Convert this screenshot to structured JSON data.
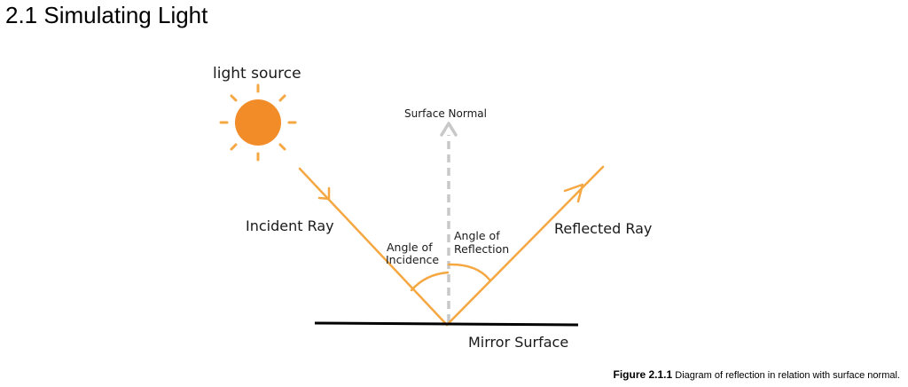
{
  "section": {
    "title": "2.1 Simulating Light"
  },
  "diagram": {
    "labels": {
      "light_source": "light source",
      "surface_normal": "Surface Normal",
      "incident_ray": "Incident Ray",
      "reflected_ray": "Reflected Ray",
      "angle_incidence_line1": "Angle of",
      "angle_incidence_line2": "Incidence",
      "angle_reflection_line1": "Angle of",
      "angle_reflection_line2": "Reflection",
      "mirror_surface": "Mirror Surface"
    },
    "colors": {
      "sun": "#f28c28",
      "ray": "#f5a742",
      "normal": "#c8c8c8",
      "mirror": "#000000"
    }
  },
  "caption": {
    "figure_number": "Figure 2.1.1",
    "text": "Diagram of reflection in relation with surface normal."
  }
}
